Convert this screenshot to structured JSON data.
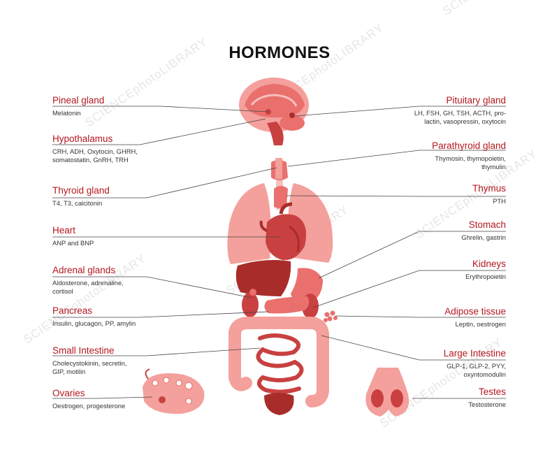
{
  "title": "HORMONES",
  "watermark": "SCIENCEphotoLIBRARY",
  "colors": {
    "accent_red": "#b3171e",
    "organ_light": "#f4a09c",
    "organ_mid": "#e9706d",
    "organ_dark": "#c94040",
    "organ_deep": "#a82d2a",
    "leader_line": "#444444"
  },
  "labels": {
    "pineal": {
      "name": "Pineal gland",
      "hormones": [
        "Melatonin"
      ]
    },
    "hypothalamus": {
      "name": "Hypothalamus",
      "hormones": [
        "CRH, ADH, Oxytocin, GHRH,",
        "somatostatin, GnRH, TRH"
      ]
    },
    "thyroid": {
      "name": "Thyroid gland",
      "hormones": [
        "T4, T3, calcitonin"
      ]
    },
    "heart": {
      "name": "Heart",
      "hormones": [
        "ANP and BNP"
      ]
    },
    "adrenal": {
      "name": "Adrenal glands",
      "hormones": [
        "Aldosterone, adrenaline,",
        "cortisol"
      ]
    },
    "pancreas": {
      "name": "Pancreas",
      "hormones": [
        "Insulin,  glucagon, PP, amylin"
      ]
    },
    "small_intestine": {
      "name": "Small Intestine",
      "hormones": [
        "Cholecystokinin, secretin,",
        "GIP, motilin"
      ]
    },
    "ovaries": {
      "name": "Ovaries",
      "hormones": [
        "Oestrogen, progesterone"
      ]
    },
    "pituitary": {
      "name": "Pituitary gland",
      "hormones": [
        "LH, FSH, GH, TSH, ACTH, pro-",
        "lactin, vasopressin, oxytocin"
      ]
    },
    "parathyroid": {
      "name": "Parathyroid gland",
      "hormones": [
        "Thymosin, thymopoietin,",
        "thymulin"
      ]
    },
    "thymus": {
      "name": "Thymus",
      "hormones": [
        "PTH"
      ]
    },
    "stomach": {
      "name": "Stomach",
      "hormones": [
        "Ghrelin, gastrin"
      ]
    },
    "kidneys": {
      "name": "Kidneys",
      "hormones": [
        "Erythropoietin"
      ]
    },
    "adipose": {
      "name": "Adipose tissue",
      "hormones": [
        "Leptin, oestrogen"
      ]
    },
    "large_intestine": {
      "name": "Large Intestine",
      "hormones": [
        "GLP-1, GLP-2, PYY,",
        "oxyntomodulin"
      ]
    },
    "testes": {
      "name": "Testes",
      "hormones": [
        "Testosterone"
      ]
    }
  }
}
